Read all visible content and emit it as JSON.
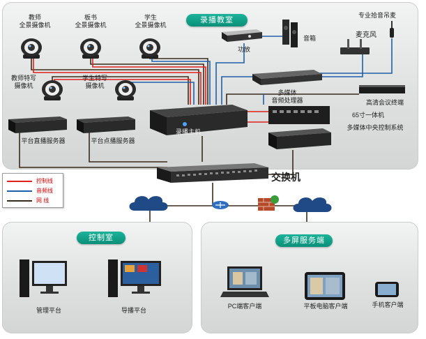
{
  "sections": {
    "classroom": "录播教室",
    "control_room": "控制室",
    "multi_screen": "多屏服务端"
  },
  "devices": {
    "teacher_cam": "教师\n全景摄像机",
    "board_cam": "板书\n全景摄像机",
    "student_cam": "学生\n全景摄像机",
    "teacher_track": "教师特写\n摄像机",
    "student_track": "学生特写\n摄像机",
    "recorder": "录播主机",
    "amplifier": "功放",
    "speaker": "音箱",
    "mic": "麦克风",
    "ceiling_mic": "专业拾音吊麦",
    "audio_proc": "多媒体\n音频处理器",
    "av_all_in_one": "65寸一体机",
    "central_control": "多媒体中央控制系统",
    "conference": "高清会议终端",
    "live_server": "平台直播服务器",
    "vod_server": "平台点播服务器",
    "switch": "交换机",
    "manage_platform": "管理平台",
    "director_platform": "导播平台",
    "pc_client": "PC端客户端",
    "tablet_client": "平板电脑客户端",
    "phone_client": "手机客户端"
  },
  "legend": [
    {
      "label": "控制线",
      "color": "#e0201b"
    },
    {
      "label": "音频线",
      "color": "#1f5fa8"
    },
    {
      "label": "网  线",
      "color": "#3a2a1a"
    }
  ]
}
